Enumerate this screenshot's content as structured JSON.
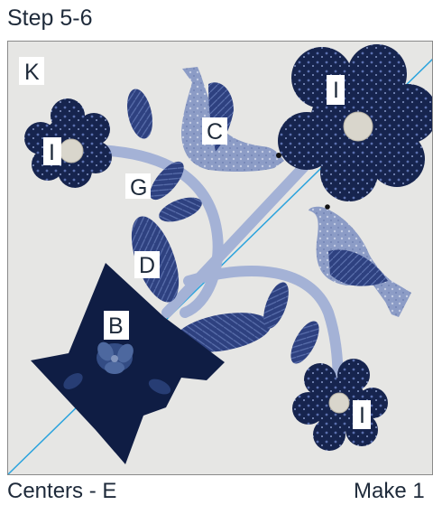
{
  "header": {
    "step_title": "Step 5-6"
  },
  "block": {
    "labels": {
      "block": "K",
      "flower_left": "I",
      "flower_top_right": "I",
      "flower_bottom": "I",
      "bird_upper": "C",
      "leaf_g": "G",
      "leaf_d": "D",
      "vase": "B"
    },
    "colors": {
      "background": "#e6e6e4",
      "navy": "#16244e",
      "mid_blue": "#2e4180",
      "light_blue": "#8c9cc6",
      "stem_blue": "#a4b2d6",
      "center_cream": "#d9d6cc",
      "cut_line": "#2ba3dd"
    }
  },
  "footer": {
    "centers": "Centers - E",
    "make": "Make 1"
  }
}
